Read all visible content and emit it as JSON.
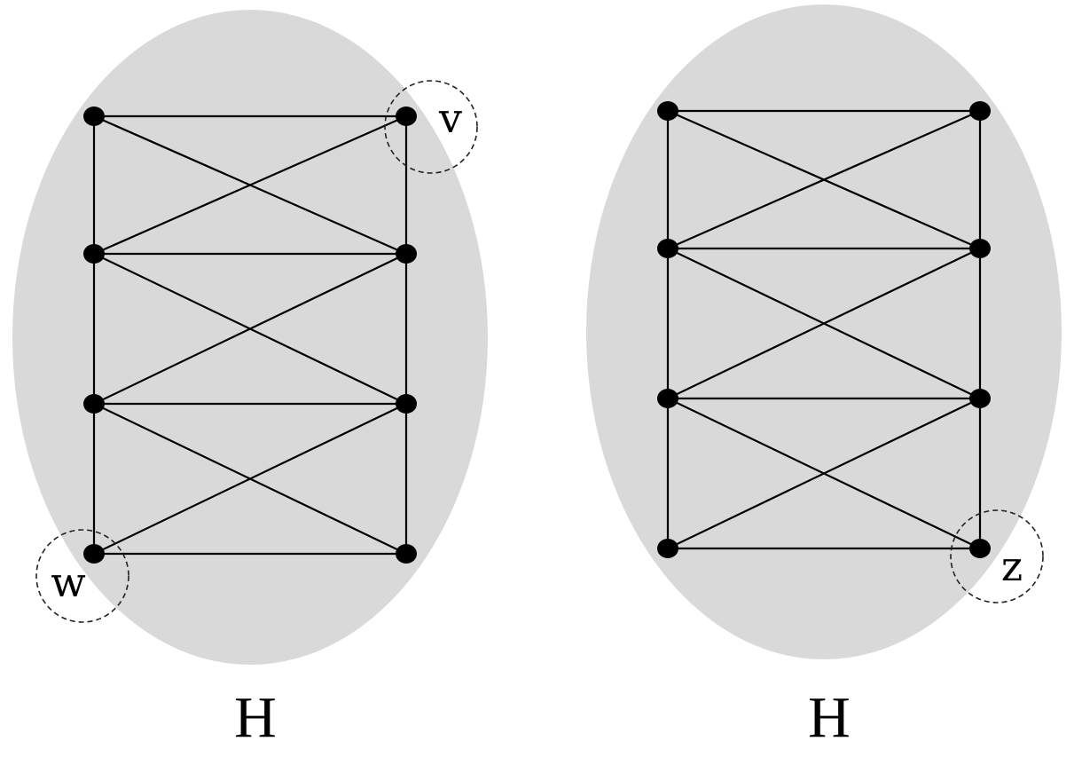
{
  "colors": {
    "blob": "#d9d9d9",
    "edge": "#000000",
    "vertex": "#000000",
    "marker": "#222222"
  },
  "graphs": [
    {
      "name": "left-graph",
      "caption": "H",
      "vertex_count": 8,
      "edges": [
        [
          0,
          1
        ],
        [
          0,
          2
        ],
        [
          1,
          3
        ],
        [
          2,
          3
        ],
        [
          0,
          3
        ],
        [
          1,
          2
        ],
        [
          2,
          4
        ],
        [
          3,
          5
        ],
        [
          4,
          5
        ],
        [
          2,
          5
        ],
        [
          3,
          4
        ],
        [
          4,
          6
        ],
        [
          5,
          7
        ],
        [
          6,
          7
        ],
        [
          4,
          7
        ],
        [
          5,
          6
        ]
      ],
      "marked_vertices": [
        {
          "vertex": 1,
          "label": "v"
        },
        {
          "vertex": 6,
          "label": "w"
        }
      ]
    },
    {
      "name": "right-graph",
      "caption": "H",
      "vertex_count": 8,
      "edges": [
        [
          0,
          1
        ],
        [
          0,
          2
        ],
        [
          1,
          3
        ],
        [
          2,
          3
        ],
        [
          0,
          3
        ],
        [
          1,
          2
        ],
        [
          2,
          4
        ],
        [
          3,
          5
        ],
        [
          4,
          5
        ],
        [
          2,
          5
        ],
        [
          3,
          4
        ],
        [
          4,
          6
        ],
        [
          5,
          7
        ],
        [
          6,
          7
        ],
        [
          4,
          7
        ],
        [
          5,
          6
        ]
      ],
      "marked_vertices": [
        {
          "vertex": 7,
          "label": "z"
        }
      ]
    }
  ]
}
